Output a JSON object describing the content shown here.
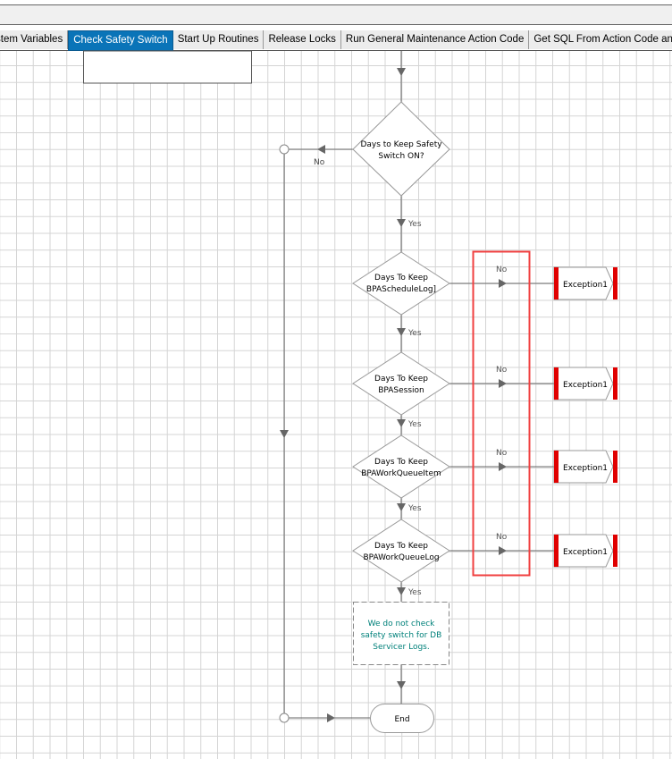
{
  "tabs": [
    {
      "label": "stem Variables",
      "active": false
    },
    {
      "label": "Check Safety Switch",
      "active": true
    },
    {
      "label": "Start Up Routines",
      "active": false
    },
    {
      "label": "Release Locks",
      "active": false
    },
    {
      "label": "Run General Maintenance Action Code",
      "active": false
    },
    {
      "label": "Get SQL From Action Code and",
      "active": false
    }
  ],
  "flow": {
    "decision1": {
      "line1": "Days to Keep Safety",
      "line2": "Switch ON?"
    },
    "decisions": [
      {
        "line1": "Days To Keep",
        "line2": "BPAScheduleLog]"
      },
      {
        "line1": "Days To Keep",
        "line2": "BPASession"
      },
      {
        "line1": "Days To Keep",
        "line2": "BPAWorkQueueItem"
      },
      {
        "line1": "Days To Keep",
        "line2": "BPAWorkQueueLog"
      }
    ],
    "yes": "Yes",
    "no": "No",
    "exception": "Exception1",
    "note": {
      "line1": "We do not check",
      "line2": "safety switch for DB",
      "line3": "Servicer Logs."
    },
    "end": "End"
  },
  "colors": {
    "accent": "#0a74b8",
    "highlight": "#f04040",
    "exception": "#e00000",
    "note": "#00807a"
  }
}
